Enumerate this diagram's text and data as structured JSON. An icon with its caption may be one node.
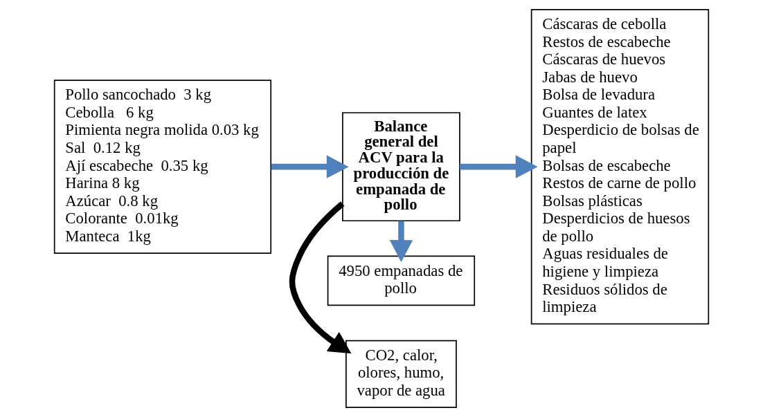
{
  "diagram": {
    "nodes": [
      {
        "text": [
          "Pollo sancochado  3 kg",
          "Cebolla   6 kg",
          "Pimienta negra molida 0.03 kg",
          "Sal  0.12 kg",
          "Ají escabeche  0.35 kg",
          "Harina 8 kg",
          "Azúcar  0.8 kg",
          "Colorante  0.01kg",
          "Manteca  1kg"
        ]
      },
      {
        "text": [
          "Balance general del ACV para la producción de empanada de pollo"
        ]
      },
      {
        "text": [
          "CO2, calor, olores, humo, vapor de agua"
        ]
      },
      {
        "text": [
          "Cáscaras de cebolla",
          "Restos de escabeche",
          "Cáscaras de huevos",
          "Jabas de huevo",
          "Bolsa de levadura",
          "Guantes de latex",
          "Desperdicio de bolsas de papel",
          "Bolsas de escabeche",
          "Restos de carne de pollo",
          "Bolsas plásticas",
          "Desperdicios de huesos de pollo",
          "Aguas residuales de higiene y limpieza",
          "Residuos sólidos de limpieza"
        ]
      },
      {
        "text": [
          "4950 empanadas de pollo"
        ]
      }
    ],
    "edges": [
      {
        "from": 0,
        "to": 1,
        "arrow": "to"
      },
      {
        "from": 1,
        "to": 2,
        "arrow": "to",
        "color": "#000000"
      },
      {
        "from": 1,
        "to": 3,
        "arrow": "to"
      },
      {
        "from": 1,
        "to": 4,
        "arrow": "to"
      }
    ]
  }
}
